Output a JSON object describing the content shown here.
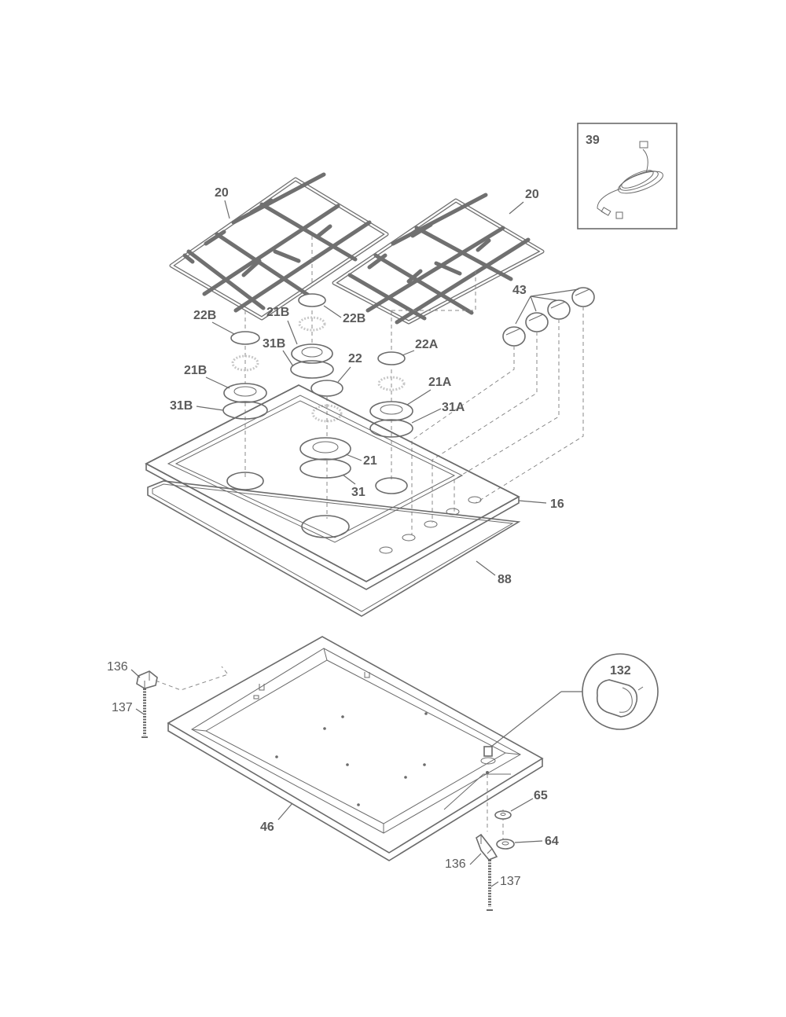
{
  "callouts": {
    "grate_left": "20",
    "grate_right": "20",
    "power_cord": "39",
    "knobs": "43",
    "cap_22b_left": "22B",
    "cap_22b_mid": "22B",
    "head_21b_mid": "21B",
    "ring_31b_mid": "31B",
    "cap_22": "22",
    "cap_22a": "22A",
    "head_21b_left": "21B",
    "ring_31b_left": "31B",
    "head_21a": "21A",
    "ring_31a": "31A",
    "head_21": "21",
    "ring_31": "31",
    "cooktop": "16",
    "gasket": "88",
    "bracket_left": "136",
    "screw_left": "137",
    "igniter_module": "132",
    "burner_box": "46",
    "grommet": "65",
    "clip": "64",
    "bracket_right": "136",
    "screw_right": "137"
  },
  "colors": {
    "line": "#6b6b6b",
    "label": "#5a5a5a",
    "background": "#ffffff"
  }
}
